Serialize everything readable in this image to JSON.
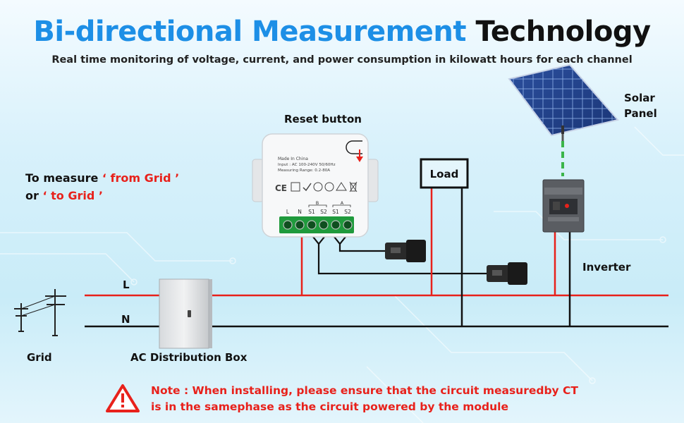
{
  "header": {
    "title_part1": "Bi-directional Measurement",
    "title_part2": "Technology",
    "subtitle": "Real time monitoring of voltage, current, and power consumption in kilowatt hours for each channel"
  },
  "labels": {
    "reset_button": "Reset button",
    "load": "Load",
    "solar_line1": "Solar",
    "solar_line2": "Panel",
    "inverter": "Inverter",
    "line_l": "L",
    "line_n": "N",
    "grid": "Grid",
    "ac_box": "AC Distribution Box"
  },
  "measure": {
    "line1_prefix": "To measure",
    "line1_highlight": "‘ from Grid ’",
    "line2_prefix": "or",
    "line2_highlight": "‘ to Grid ’"
  },
  "module": {
    "made_in": "Made In China",
    "input": "Input : AC 100-240V 50/60Hz",
    "range": "Measuring Range: 0.2-80A",
    "terminal_labels": [
      "L",
      "N",
      "S1",
      "S2",
      "S1",
      "S2"
    ],
    "channel_b": "B",
    "channel_a": "A",
    "ce_mark": "CE"
  },
  "note": {
    "line1": "Note : When installing, please ensure that the circuit measuredby CT",
    "line2": "is in the samephase as the circuit powered by the module"
  },
  "colors": {
    "title_blue": "#1d8fe6",
    "wire_red": "#e8211b",
    "wire_black": "#111111",
    "dashed_green": "#3bb54a",
    "terminal_green": "#1f9a3c"
  },
  "icons": [
    "warning-icon",
    "power-pylon-icon",
    "solar-panel-icon"
  ]
}
